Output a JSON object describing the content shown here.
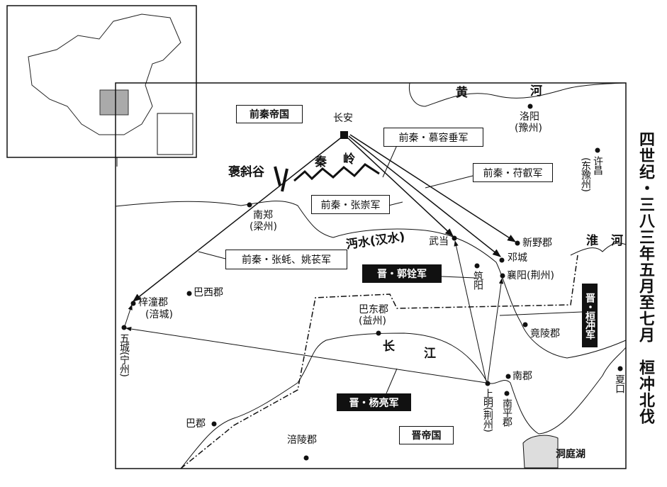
{
  "title": "四世纪・三八三年五月至七月　桓冲北伐",
  "states": {
    "qin": "前秦帝国",
    "jin": "晋帝国"
  },
  "armies": {
    "murong_chui": "前秦・慕容垂军",
    "fu_rui": "前秦・苻叡军",
    "zhang_chong": "前秦・张崇军",
    "zhang_yao": "前秦・张蚝、姚苌军",
    "guo_quan": "晋・郭铨军",
    "huan_chong": "晋・桓冲军",
    "yang_liang": "晋・杨亮军"
  },
  "places": {
    "changan": "长安",
    "luoyang": "洛阳",
    "yuzhou": "(豫州)",
    "xuchang": "许昌",
    "dongyuzhou": "(东豫州)",
    "nanzheng": "南郑",
    "liangzhou": "(梁州)",
    "wudang": "武当",
    "xinye": "新野郡",
    "dengcheng": "邓城",
    "zhuyang": "筑阳",
    "xiangyang": "襄阳(荆州)",
    "baxi": "巴西郡",
    "zitong": "梓潼郡",
    "fucheng": "(涪城)",
    "wucheng": "五城(宁州)",
    "badong": "巴东郡",
    "yizhou": "(益州)",
    "jingling": "竟陵郡",
    "nanjun": "南郡",
    "shangming": "上明(荆州)",
    "nanping": "南平郡",
    "xiakou": "夏口",
    "bajun": "巴郡",
    "fuling": "涪陵郡",
    "dongting": "洞庭湖"
  },
  "features": {
    "huanghe": [
      "黄",
      "河"
    ],
    "huaihe": [
      "淮",
      "河"
    ],
    "changjiang": [
      "长",
      "江"
    ],
    "mianshui": "沔水(汉水)",
    "qinling": [
      "秦",
      "岭"
    ],
    "baoxiegu": "褒斜谷"
  }
}
